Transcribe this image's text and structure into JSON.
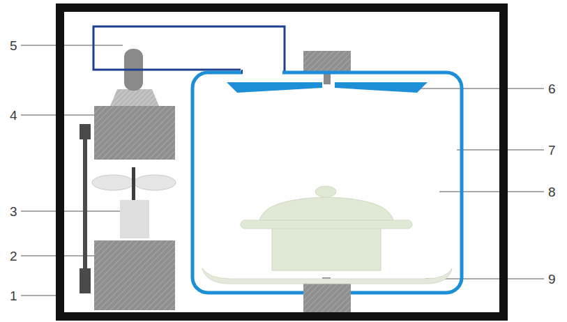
{
  "diagram": {
    "labels": [
      "5",
      "4",
      "3",
      "2",
      "1",
      "6",
      "7",
      "8",
      "9"
    ]
  }
}
